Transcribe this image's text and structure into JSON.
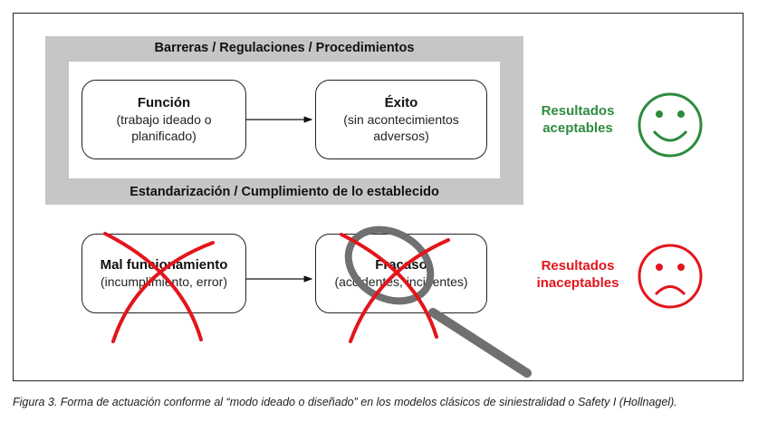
{
  "top_band": "Barreras / Regulaciones / Procedimientos",
  "bottom_band": "Estandarización / Cumplimiento de lo establecido",
  "boxes": {
    "funcion": {
      "title": "Función",
      "sub": "(trabajo ideado o planificado)"
    },
    "exito": {
      "title": "Éxito",
      "sub": "(sin acontecimientos adversos)"
    },
    "mal": {
      "title": "Mal funcionamiento",
      "sub": "(incumplimiento, error)"
    },
    "fracaso": {
      "title": "Fracaso",
      "sub": "(accidentes, incidentes)"
    }
  },
  "results": {
    "good": "Resultados aceptables",
    "bad": "Resultados inaceptables"
  },
  "colors": {
    "green": "#2e8b3e",
    "red": "#e3151c",
    "gray": "#c6c6c6",
    "magnifier": "#707070"
  },
  "caption": "Figura 3. Forma de actuación conforme al “modo ideado o diseñado” en los modelos clásicos de siniestralidad o Safety I (Hollnagel)."
}
